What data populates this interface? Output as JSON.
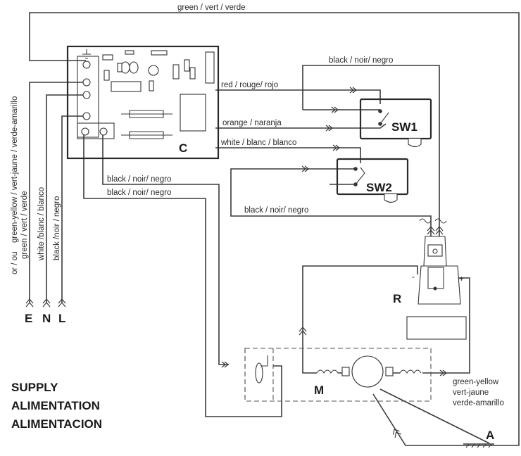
{
  "wires": {
    "green_top": "green / vert / verde",
    "black_top": "black / noir/ negro",
    "red": "red / rouge/ rojo",
    "orange": "orange / naranja",
    "white": "white / blanc / blanco",
    "black_c1": "black / noir/ negro",
    "black_c2": "black / noir/ negro",
    "black_sw2": "black / noir/ negro",
    "gy_left": "green-yellow / vert-jaune / verde-amarillo",
    "or_ou": "or / ou",
    "green_left": "green / vert / verde",
    "white_left": "white /blanc / blanco",
    "black_left": "black /noir / negro",
    "gy_right_1": "green-yellow",
    "gy_right_2": "vert-jaune",
    "gy_right_3": "verde-amarillo"
  },
  "components": {
    "controller": "C",
    "switch1": "SW1",
    "switch2": "SW2",
    "rectifier": "R",
    "motor": "M",
    "ground": "A",
    "minus": "-",
    "plus": "+"
  },
  "terminals": {
    "earth": "E",
    "neutral": "N",
    "live": "L"
  },
  "supply": {
    "line1": "SUPPLY",
    "line2": "ALIMENTATION",
    "line3": "ALIMENTACION"
  }
}
